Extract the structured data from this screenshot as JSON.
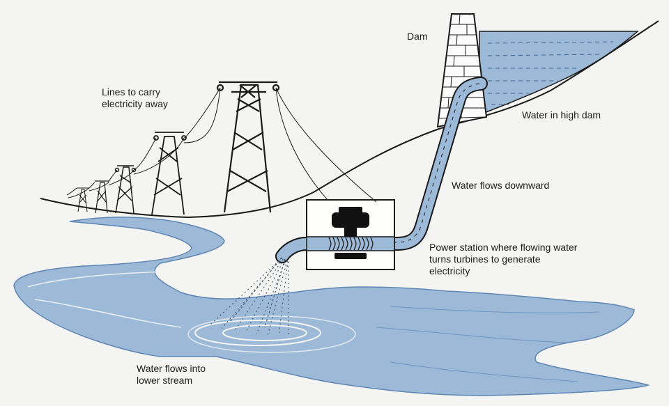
{
  "labels": {
    "dam": "Dam",
    "lines": [
      "Lines to carry",
      "electricity away"
    ],
    "high_water": "Water in high dam",
    "flows_down": "Water flows downward",
    "power_station": [
      "Power station where flowing water",
      "turns turbines to generate",
      "electricity"
    ],
    "lower_stream": [
      "Water flows into",
      "lower stream"
    ]
  },
  "colors": {
    "water": "#9cbad8",
    "water_dark": "#5f86b3",
    "ink": "#1a1a1a",
    "background": "#f4f4f2"
  }
}
